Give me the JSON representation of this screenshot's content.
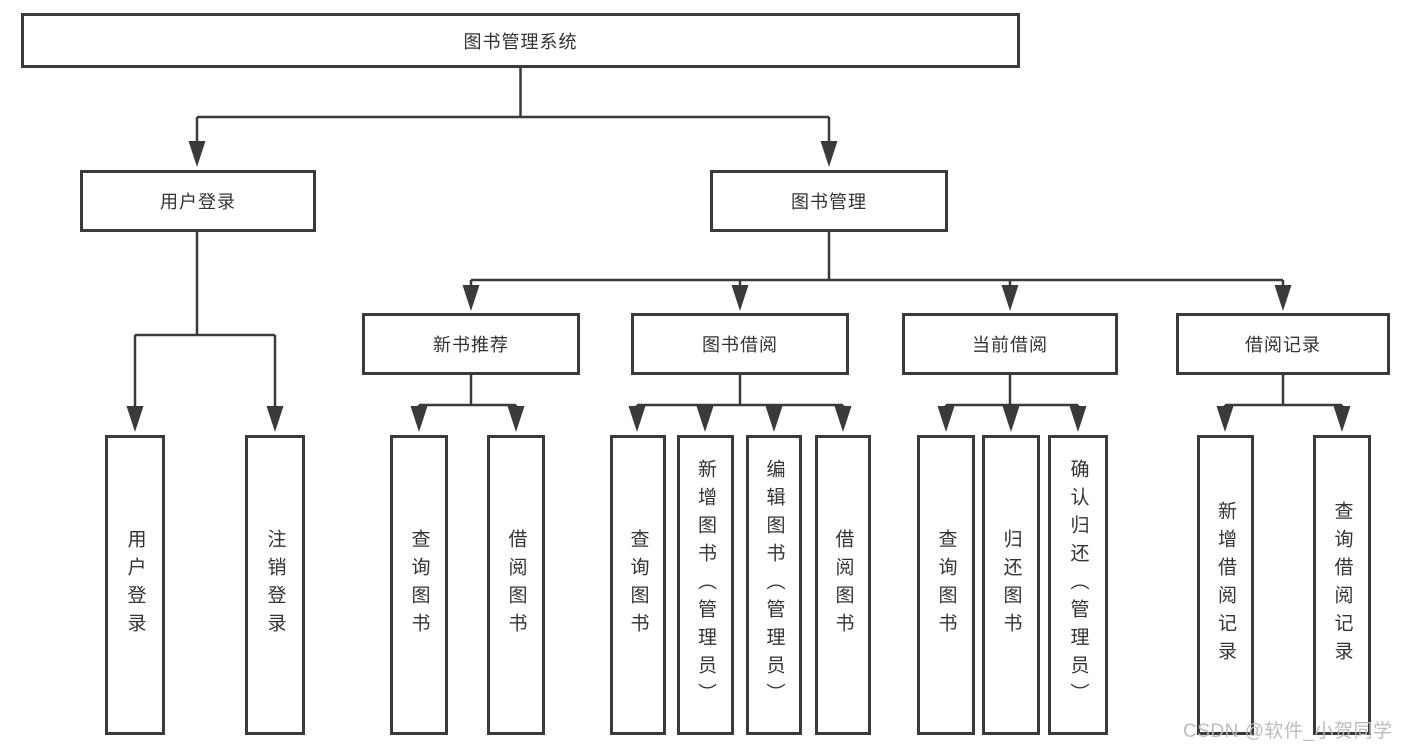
{
  "diagram": {
    "root": {
      "label": "图书管理系统"
    },
    "level2": [
      {
        "label": "用户登录"
      },
      {
        "label": "图书管理"
      }
    ],
    "level3": [
      {
        "label": "新书推荐"
      },
      {
        "label": "图书借阅"
      },
      {
        "label": "当前借阅"
      },
      {
        "label": "借阅记录"
      }
    ],
    "leaves": [
      {
        "label": "用户登录"
      },
      {
        "label": "注销登录"
      },
      {
        "label": "查询图书"
      },
      {
        "label": "借阅图书"
      },
      {
        "label": "查询图书"
      },
      {
        "label": "新增图书（管理员）"
      },
      {
        "label": "编辑图书（管理员）"
      },
      {
        "label": "借阅图书"
      },
      {
        "label": "查询图书"
      },
      {
        "label": "归还图书"
      },
      {
        "label": "确认归还（管理员）"
      },
      {
        "label": "新增借阅记录"
      },
      {
        "label": "查询借阅记录"
      }
    ]
  },
  "watermark": {
    "text": "CSDN @软件_小贺同学"
  },
  "colors": {
    "line": "#3a3a3a",
    "box_border": "#3a3a3a",
    "text": "#333333",
    "watermark": "#b9b9b9",
    "background": "#ffffff"
  }
}
